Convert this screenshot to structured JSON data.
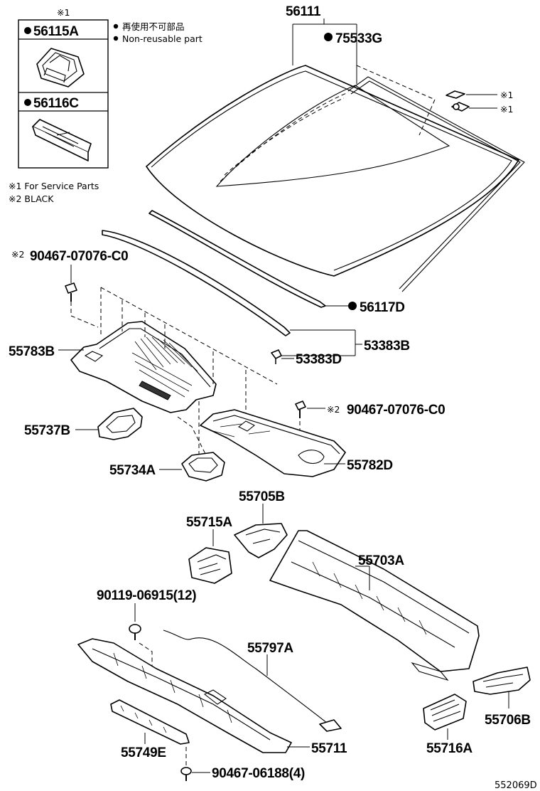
{
  "legend": {
    "ref1": "※1",
    "nonreusable_jp": "再使用不可部品",
    "nonreusable_en": "Non-reusable part",
    "note1": "※1  For Service Parts",
    "note2": "※2  BLACK",
    "mark1": "※1",
    "mark2": "※2"
  },
  "parts": {
    "p56115A": "56115A",
    "p56116C": "56116C",
    "p56111": "56111",
    "p75533G": "75533G",
    "p56117D": "56117D",
    "p90467_07076_top": "90467-07076-C0",
    "p55783B": "55783B",
    "p53383B": "53383B",
    "p53383D": "53383D",
    "p90467_07076_mid": "90467-07076-C0",
    "p55737B": "55737B",
    "p55734A": "55734A",
    "p55782D": "55782D",
    "p55705B": "55705B",
    "p55715A": "55715A",
    "p55703A": "55703A",
    "p90119": "90119-06915(12)",
    "p55797A": "55797A",
    "p55711": "55711",
    "p55749E": "55749E",
    "p90467_06188": "90467-06188(4)",
    "p55716A": "55716A",
    "p55706B": "55706B"
  },
  "diagram_code": "552069D"
}
